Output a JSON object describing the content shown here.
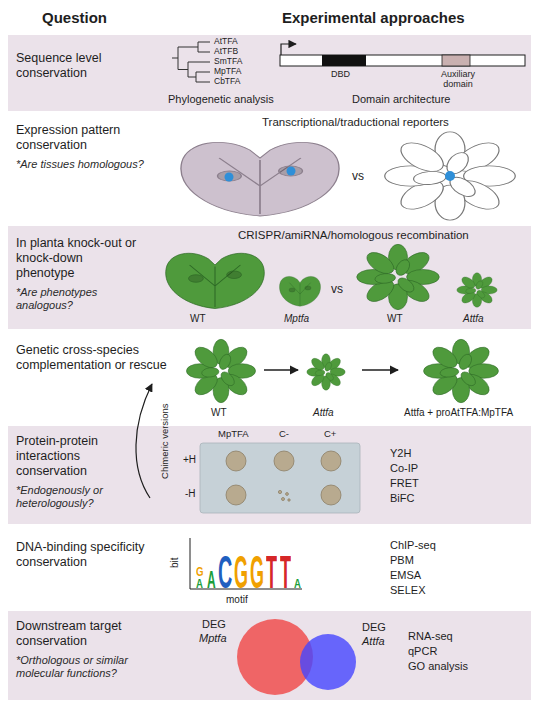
{
  "diagram": {
    "nodes": [
      {
        "text": [
          "Sequence level conservation"
        ]
      },
      {
        "text": [
          "Expression pattern conservation",
          "*Are tissues homologous?"
        ]
      },
      {
        "text": [
          "In planta knock-out or knock-down phenotype",
          "*Are phenotypes analogous?"
        ]
      },
      {
        "text": [
          "Genetic cross-species complementation or rescue"
        ]
      },
      {
        "text": [
          "Protein-protein interactions conservation",
          "*Endogenously or heterologously?"
        ]
      },
      {
        "text": [
          "DNA-binding specificity conservation"
        ]
      },
      {
        "text": [
          "Downstream target conservation",
          "*Orthologous or similar molecular functions?"
        ]
      }
    ],
    "edges": [
      {
        "from": 4,
        "to": 3,
        "label": "Chimeric versions",
        "arrow": "to"
      }
    ],
    "labels": [
      "Question",
      "Experimental approaches",
      "AtTFA",
      "AtTFB",
      "SmTFA",
      "MpTFA",
      "CbTFA",
      "Phylogenetic analysis",
      "DBD",
      "Auxiliary domain",
      "Domain architecture",
      "Transcriptional/traductional reporters",
      "vs",
      "CRISPR/amiRNA/homologous recombination",
      "WT",
      "Mptfa",
      "vs",
      "WT",
      "Attfa",
      "WT",
      "Attfa",
      "Attfa + proAtTFA:MpTFA",
      "MpTFA",
      "C-",
      "C+",
      "+H",
      "-H",
      "Y2H",
      "Co-IP",
      "FRET",
      "BiFC",
      "bit",
      "motif",
      "ChIP-seq",
      "PBM",
      "EMSA",
      "SELEX",
      "DEG",
      "Mptfa",
      "DEG",
      "Attfa",
      "RNA-seq",
      "qPCR",
      "GO analysis",
      "G",
      "A",
      "A",
      "C",
      "G",
      "G",
      "T",
      "T",
      "A"
    ]
  }
}
